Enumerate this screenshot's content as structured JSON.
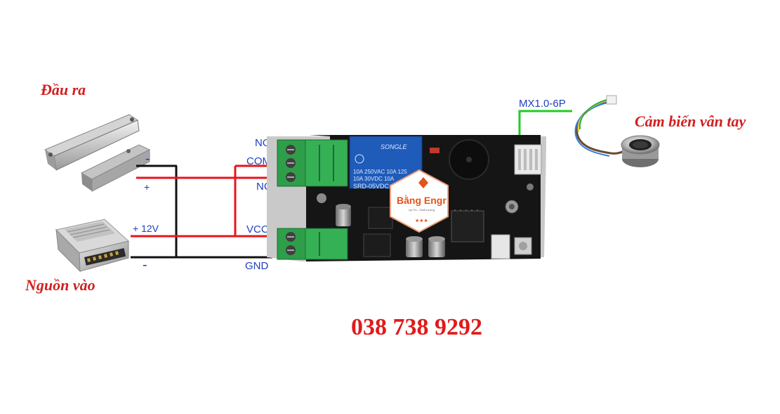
{
  "labels": {
    "output": "Đầu ra",
    "power_in": "Nguồn vào",
    "sensor": "Cảm biến vân tay",
    "connector": "MX1.0-6P",
    "phone": "038 738 9292"
  },
  "wire_labels": {
    "minus_top": "-",
    "plus_top": "+",
    "plus_12v": "+ 12V",
    "minus_bottom": "-"
  },
  "pins": {
    "no": "NO",
    "com": "COM",
    "nc": "NC",
    "vcc": "VCC",
    "gnd": "GND"
  },
  "relay": {
    "brand": "SONGLE",
    "line1": "10A 250VAC  10A 125",
    "line2": "10A  30VDC  10A",
    "model": "SRD-05VDC"
  },
  "logo": {
    "name": "Bằng Engr",
    "tagline": "Uy Tín · Chất Lượng"
  },
  "colors": {
    "label_red": "#d21f1f",
    "pin_blue": "#1f3fbf",
    "wire_red": "#e8141c",
    "wire_black": "#111111",
    "wire_green": "#22cc22",
    "board": "#151515",
    "terminal": "#2e9e4a",
    "relay": "#1f5bb8"
  }
}
